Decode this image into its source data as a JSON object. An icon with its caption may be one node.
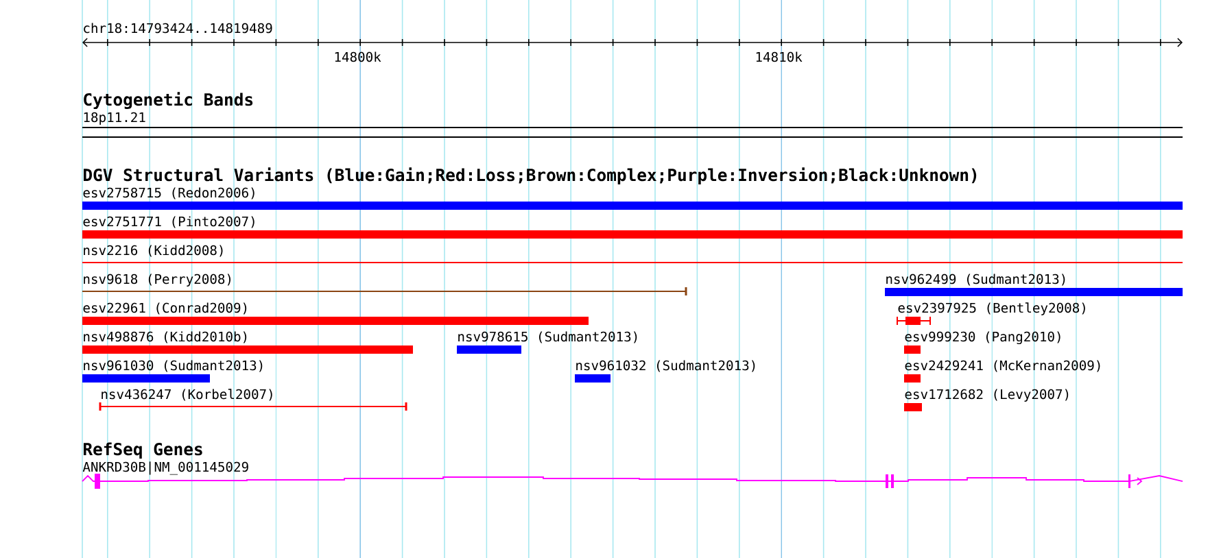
{
  "diagram": {
    "nodes": [
      {
        "text": [
          "esv2758715 (Redon2006)"
        ]
      },
      {
        "text": [
          "esv2751771 (Pinto2007)"
        ]
      },
      {
        "text": [
          "nsv2216 (Kidd2008)"
        ]
      },
      {
        "text": [
          "nsv9618 (Perry2008)"
        ]
      },
      {
        "text": [
          "nsv962499 (Sudmant2013)"
        ]
      },
      {
        "text": [
          "esv22961 (Conrad2009)"
        ]
      },
      {
        "text": [
          "esv2397925 (Bentley2008)"
        ]
      },
      {
        "text": [
          "nsv498876 (Kidd2010b)"
        ]
      },
      {
        "text": [
          "nsv978615 (Sudmant2013)"
        ]
      },
      {
        "text": [
          "esv999230 (Pang2010)"
        ]
      },
      {
        "text": [
          "nsv961030 (Sudmant2013)"
        ]
      },
      {
        "text": [
          "nsv961032 (Sudmant2013)"
        ]
      },
      {
        "text": [
          "esv2429241 (McKernan2009)"
        ]
      },
      {
        "text": [
          "nsv436247 (Korbel2007)"
        ]
      },
      {
        "text": [
          "esv1712682 (Levy2007)"
        ]
      },
      {
        "text": [
          "ANKRD30B|NM_001145029"
        ]
      }
    ],
    "labels": [
      "chr18:14793424..14819489",
      "14800k",
      "14810k",
      "Cytogenetic Bands",
      "18p11.21",
      "DGV Structural Variants (Blue:Gain;Red:Loss;Brown:Complex;Purple:Inversion;Black:Unknown)",
      "RefSeq Genes"
    ]
  }
}
